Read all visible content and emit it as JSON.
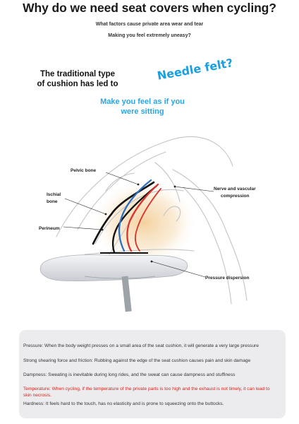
{
  "header": {
    "title": "Why do we need seat covers when cycling?",
    "subtitle1": "What factors cause private area wear and tear",
    "subtitle2": "Making you feel extremely uneasy?"
  },
  "callout": {
    "traditional": "The traditional type of cushion has led to",
    "needle": "Needle felt?",
    "make": "Make you feel as if you were sitting"
  },
  "diagram": {
    "labels": {
      "pelvic": "Pelvic bone",
      "ischial_line1": "Ischial",
      "ischial_line2": "bone",
      "perineum": "Perineum",
      "nerve_line1": "Nerve and vascular",
      "nerve_line2": "compression",
      "pressure": "Pressure dispersion"
    },
    "colors": {
      "nerve_red": "#d8342c",
      "vessel_blue": "#2f6fc0",
      "skin_glow": "#f3cf9b"
    }
  },
  "factors": [
    {
      "text": "Pressure: When the body weight presses on a small area of the seat cushion, it will generate a very large pressure",
      "highlight": false
    },
    {
      "text": "Strong shearing force and friction: Rubbing against the edge of the seat cushion causes pain and skin damage",
      "highlight": false
    },
    {
      "text": "Dampness: Sweating is inevitable during long rides, and the sweat can cause dampness and stuffiness",
      "highlight": false
    },
    {
      "text": "Temperature: When cycling, if the temperature of the private parts is too high and the exhaust is not timely, it can lead to skin necrosis.",
      "highlight": true,
      "color": "#d0241c"
    },
    {
      "text": "Hardness: It feels hard to the touch, has no elasticity and is prone to squeezing onto the buttocks.",
      "highlight": false
    }
  ]
}
